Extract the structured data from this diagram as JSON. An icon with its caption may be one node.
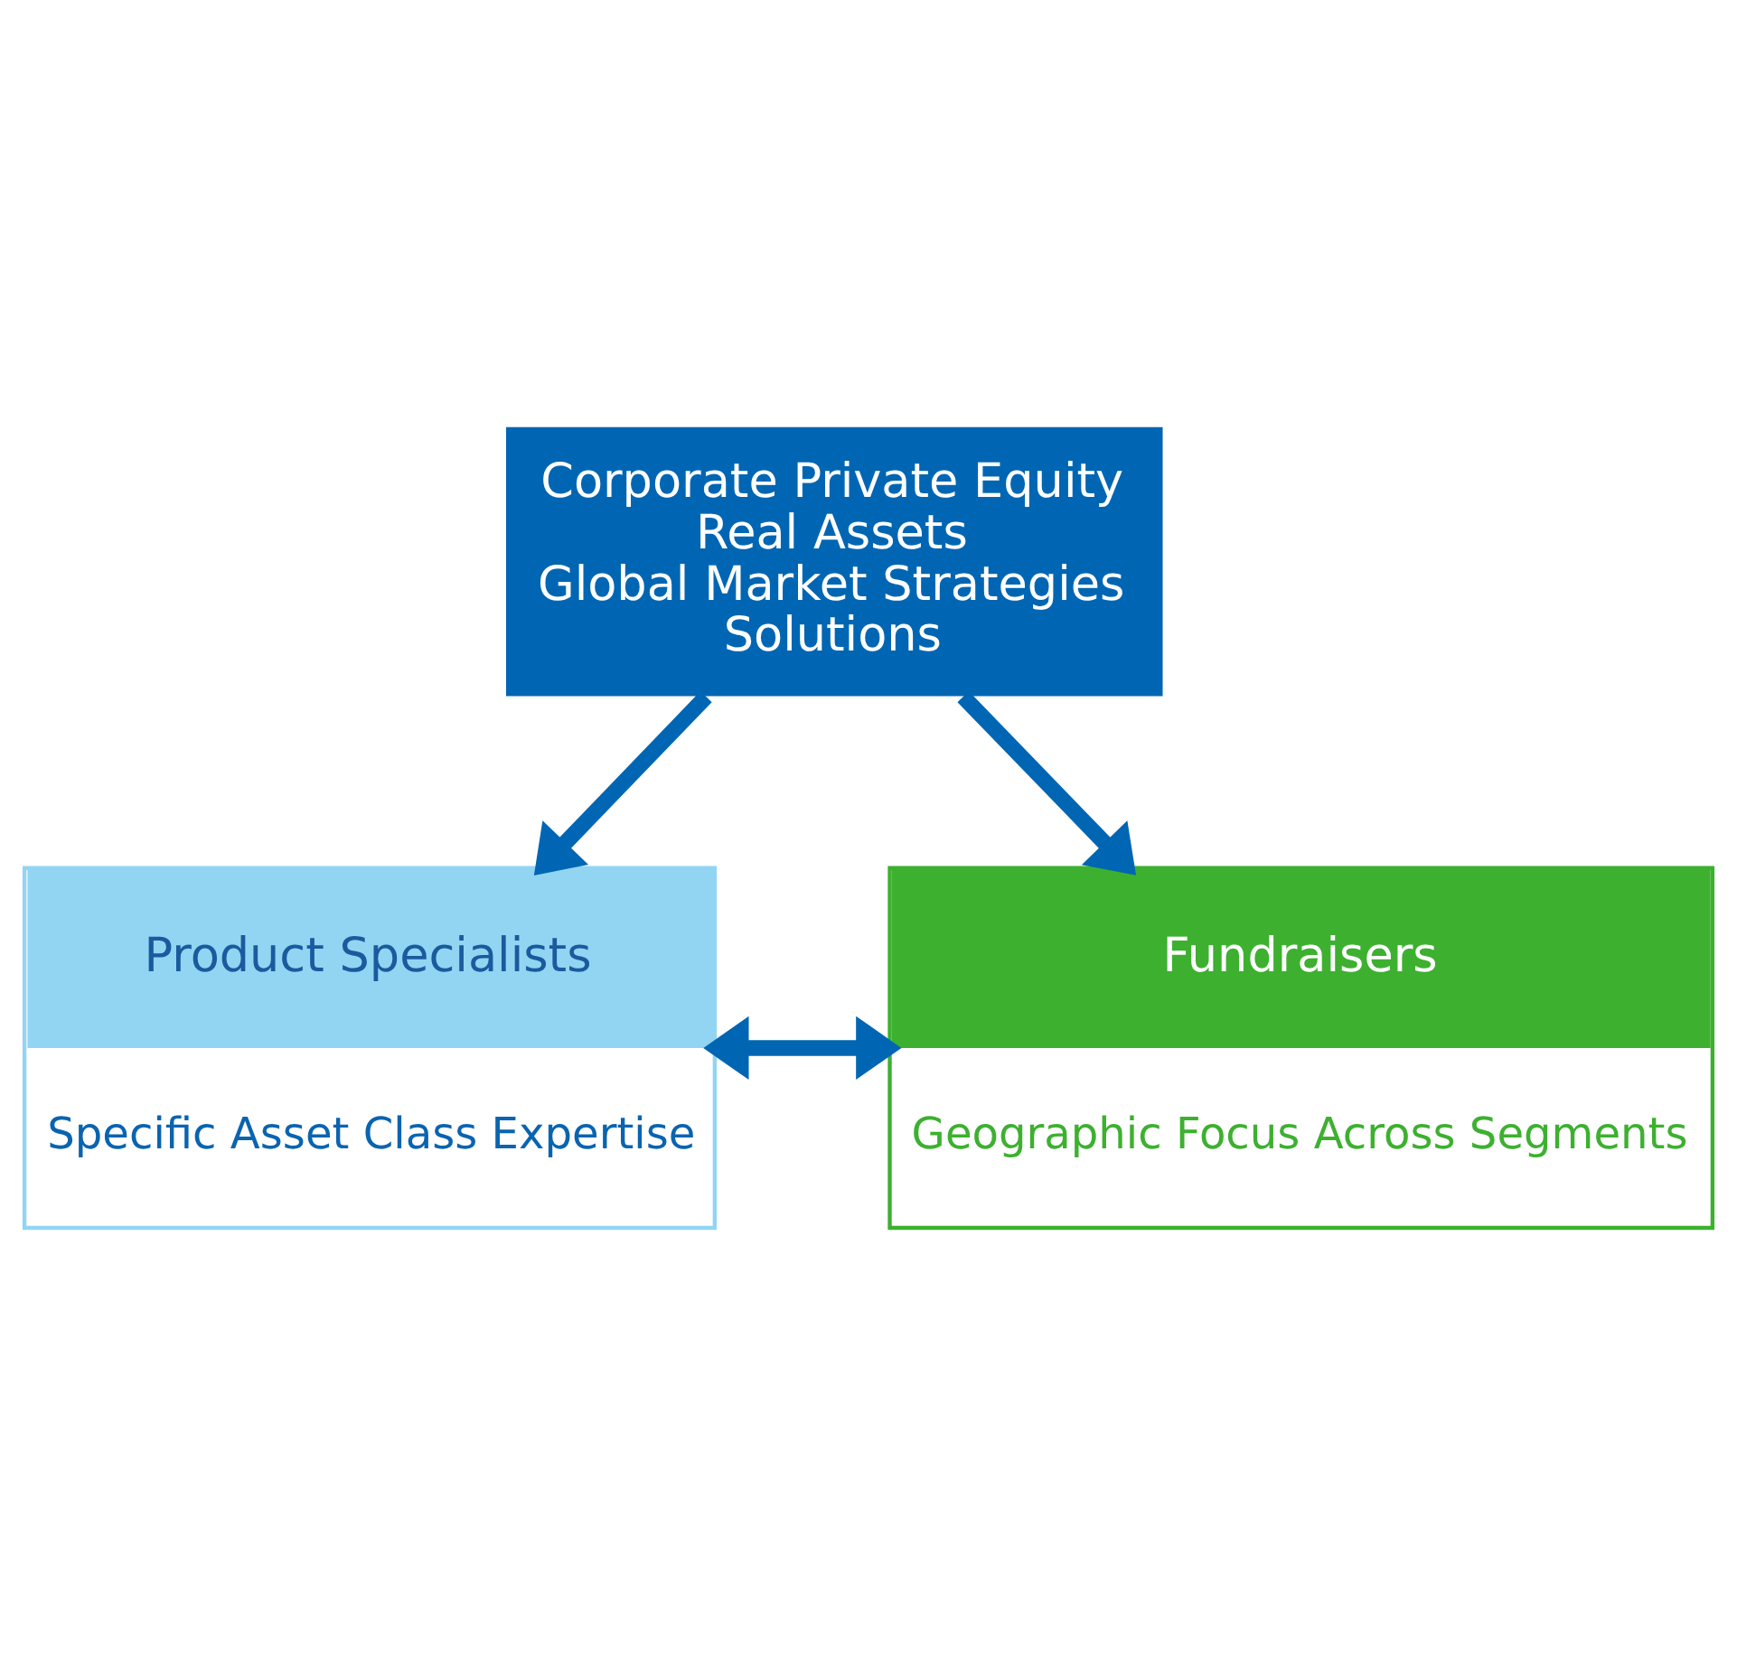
{
  "diagram": {
    "nodes": [
      {
        "text": [
          "Corporate Private Equity",
          "Real Assets",
          "Global Market Strategies",
          "Solutions"
        ]
      },
      {
        "text": [
          "Product Specialists",
          "Specific Asset Class Expertise"
        ]
      },
      {
        "text": [
          "Fundraisers",
          "Geographic Focus Across Segments"
        ]
      }
    ],
    "edges": [
      {
        "from": 0,
        "to": 1,
        "arrow": "to"
      },
      {
        "from": 0,
        "to": 2,
        "arrow": "to"
      },
      {
        "from": 1,
        "to": 2,
        "arrow": "both"
      }
    ]
  }
}
